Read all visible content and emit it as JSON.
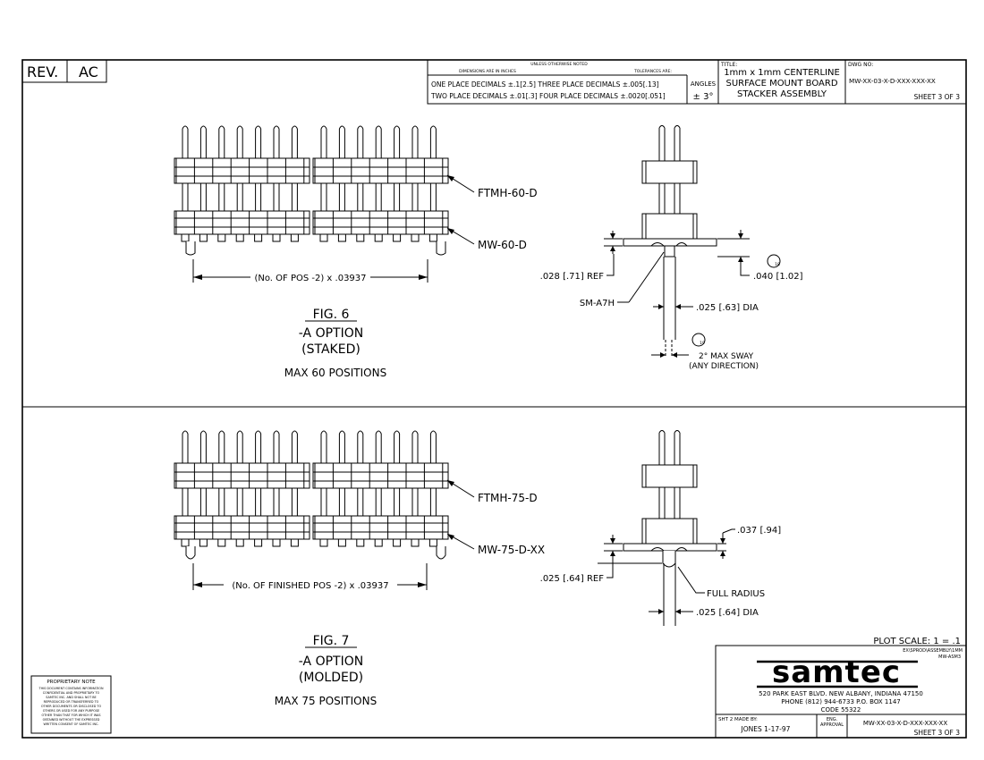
{
  "rev": {
    "label": "REV.",
    "value": "AC"
  },
  "tolerances": {
    "unless": "UNLESS OTHERWISE NOTED",
    "dims": "DIMENSIONS ARE IN INCHES",
    "tol": "TOLERANCES ARE:",
    "row1": "ONE PLACE DECIMALS ±.1[2.5] THREE PLACE DECIMALS ±.005[.13]",
    "row2": "TWO PLACE DECIMALS ±.01[.3] FOUR PLACE DECIMALS ±.0020[.051]",
    "angles_label": "ANGLES",
    "angles_value": "± 3°"
  },
  "title_block": {
    "title_label": "TITLE:",
    "title_line1": "1mm x 1mm CENTERLINE",
    "title_line2": "SURFACE MOUNT BOARD",
    "title_line3": "STACKER ASSEMBLY",
    "dwg_label": "DWG NO:",
    "dwg_no": "MW-XX-03-X-D-XXX-XXX-XX",
    "sheet": "SHEET 3 OF 3"
  },
  "fig6": {
    "upper_part": "FTMH-60-D",
    "lower_part": "MW-60-D",
    "length_dim": "(No. OF POS -2) x .03937",
    "fig_label": "FIG. 6",
    "option": "-A OPTION",
    "option_type": "(STAKED)",
    "max_pos": "MAX 60 POSITIONS",
    "ref_dim": ".028 [.71] REF",
    "height_dim": ".040 [1.02]",
    "callout1": "18",
    "part_label": "SM-A7H",
    "dia_dim": ".025 [.63] DIA",
    "callout2": "19",
    "sway": "2° MAX SWAY",
    "sway_dir": "(ANY DIRECTION)"
  },
  "fig7": {
    "upper_part": "FTMH-75-D",
    "lower_part": "MW-75-D-XX",
    "length_dim": "(No. OF FINISHED POS -2) x .03937",
    "fig_label": "FIG. 7",
    "option": "-A OPTION",
    "option_type": "(MOLDED)",
    "max_pos": "MAX 75 POSITIONS",
    "height_dim": ".037 [.94]",
    "ref_dim": ".025 [.64] REF",
    "radius": "FULL RADIUS",
    "dia_dim": ".025 [.64] DIA"
  },
  "proprietary": {
    "title": "PROPRIETARY NOTE",
    "lines": [
      "THIS DOCUMENT CONTAINS INFORMATION",
      "CONFIDENTIAL AND PROPRIETARY TO",
      "SAMTEC INC. AND SHALL NOT BE",
      "REPRODUCED OR TRANSFERRED TO",
      "OTHER DOCUMENTS OR DISCLOSED TO",
      "OTHERS OR USED FOR ANY PURPOSE",
      "OTHER THAN THAT FOR WHICH IT WAS",
      "OBTAINED WITHOUT THE EXPRESSED",
      "WRITTEN CONSENT OF SAMTEC INC."
    ]
  },
  "samtec_block": {
    "plot_scale": "PLOT SCALE: 1 = .1",
    "path": "EX\\SPROD\\ASSEMBLY\\1MM",
    "file": "MW-ASM3",
    "logo": "samtec",
    "address": "520 PARK EAST BLVD. NEW ALBANY, INDIANA 47150",
    "phone": "PHONE (812) 944-6733  P.O. BOX 1147",
    "code": "CODE 55322",
    "made_by_label": "SHT 2 MADE BY:",
    "made_by": "JONES  1-17-97",
    "eng_label1": "ENG.",
    "eng_label2": "APPROVAL",
    "dwg_no": "MW-XX-03-X-D-XXX-XXX-XX",
    "sheet": "SHEET 3 OF 3"
  }
}
